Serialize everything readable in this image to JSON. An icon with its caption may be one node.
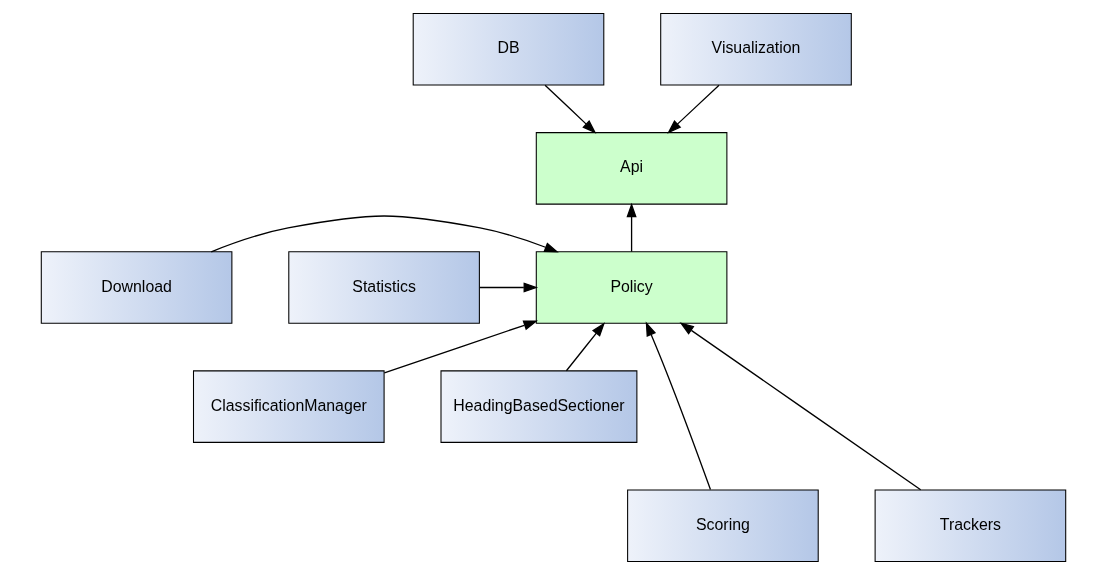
{
  "diagram": {
    "nodes": [
      {
        "text": [
          "DB"
        ]
      },
      {
        "text": [
          "Visualization"
        ]
      },
      {
        "text": [
          "Api"
        ]
      },
      {
        "text": [
          "Download"
        ]
      },
      {
        "text": [
          "Policy"
        ]
      },
      {
        "text": [
          "Statistics"
        ]
      },
      {
        "text": [
          "ClassificationManager"
        ]
      },
      {
        "text": [
          "HeadingBasedSectioner"
        ]
      },
      {
        "text": [
          "Scoring"
        ]
      },
      {
        "text": [
          "Trackers"
        ]
      }
    ],
    "edges": [
      {
        "from": 0,
        "to": 2,
        "arrow": "to"
      },
      {
        "from": 1,
        "to": 2,
        "arrow": "to"
      },
      {
        "from": 4,
        "to": 2,
        "arrow": "to"
      },
      {
        "from": 3,
        "to": 4,
        "arrow": "to"
      },
      {
        "from": 5,
        "to": 4,
        "arrow": "to"
      },
      {
        "from": 6,
        "to": 4,
        "arrow": "to"
      },
      {
        "from": 7,
        "to": 4,
        "arrow": "to"
      },
      {
        "from": 8,
        "to": 4,
        "arrow": "to"
      },
      {
        "from": 9,
        "to": 4,
        "arrow": "to"
      }
    ]
  }
}
